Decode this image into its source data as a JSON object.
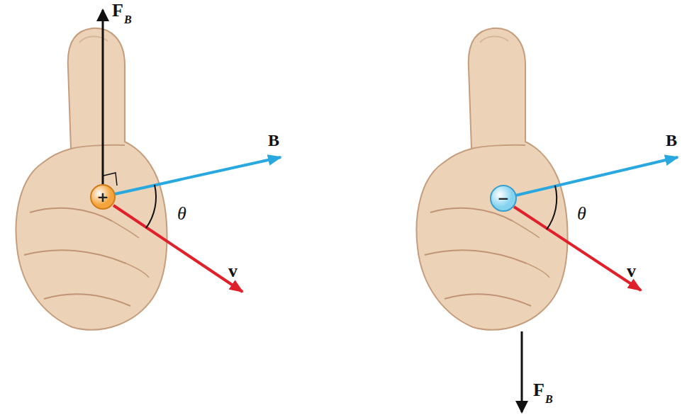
{
  "diagram": {
    "nodes": [
      {
        "text": [
          "+"
        ]
      },
      {
        "text": [
          "−"
        ]
      }
    ],
    "labels": [
      "F",
      "B",
      "B",
      "θ",
      "v",
      "B",
      "θ",
      "v",
      "F",
      "B"
    ]
  }
}
